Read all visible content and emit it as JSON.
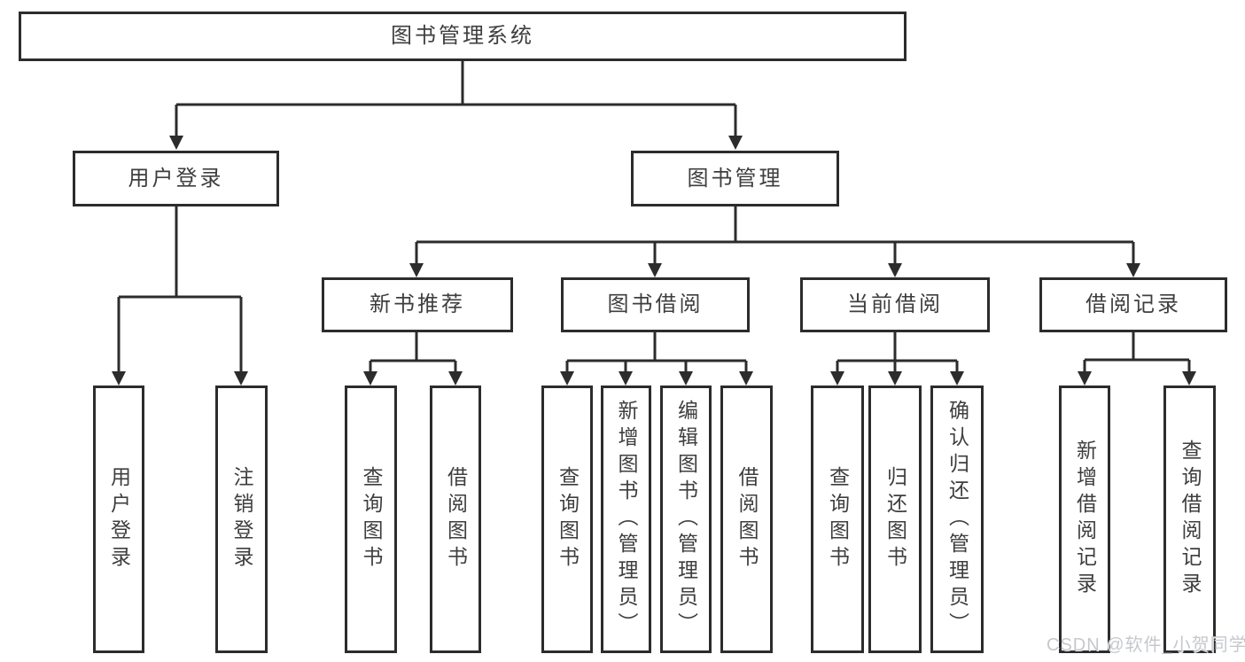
{
  "tree": {
    "label": "图书管理系统",
    "children": [
      {
        "label": "用户登录",
        "children": [
          {
            "label": "用户登录"
          },
          {
            "label": "注销登录"
          }
        ]
      },
      {
        "label": "图书管理",
        "children": [
          {
            "label": "新书推荐",
            "children": [
              {
                "label": "查询图书"
              },
              {
                "label": "借阅图书"
              }
            ]
          },
          {
            "label": "图书借阅",
            "children": [
              {
                "label": "查询图书"
              },
              {
                "label": "新增图书（管理员）"
              },
              {
                "label": "编辑图书（管理员）"
              },
              {
                "label": "借阅图书"
              }
            ]
          },
          {
            "label": "当前借阅",
            "children": [
              {
                "label": "查询图书"
              },
              {
                "label": "归还图书"
              },
              {
                "label": "确认归还（管理员）"
              }
            ]
          },
          {
            "label": "借阅记录",
            "children": [
              {
                "label": "新增借阅记录"
              },
              {
                "label": "查询借阅记录"
              }
            ]
          }
        ]
      }
    ]
  },
  "watermark": {
    "text": "CSDN @软件_小贺同学"
  },
  "colors": {
    "line": "#2c2c2c",
    "box_border": "#2c2c2c",
    "text": "#3e3e3e",
    "watermark_text": "#c5c8cd",
    "background": "#ffffff"
  }
}
